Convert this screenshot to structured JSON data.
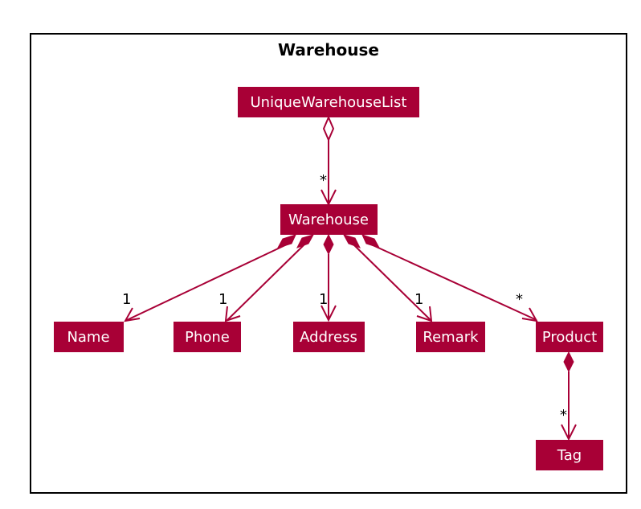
{
  "package": {
    "title": "Warehouse"
  },
  "classes": {
    "unique_warehouse_list": "UniqueWarehouseList",
    "warehouse": "Warehouse",
    "name": "Name",
    "phone": "Phone",
    "address": "Address",
    "remark": "Remark",
    "product": "Product",
    "tag": "Tag"
  },
  "multiplicities": {
    "list_to_warehouse": "*",
    "warehouse_to_name": "1",
    "warehouse_to_phone": "1",
    "warehouse_to_address": "1",
    "warehouse_to_remark": "1",
    "warehouse_to_product": "*",
    "product_to_tag": "*"
  },
  "colors": {
    "class_fill": "#a80036",
    "edge": "#a80036",
    "class_text": "#ffffff",
    "frame": "#000000"
  }
}
